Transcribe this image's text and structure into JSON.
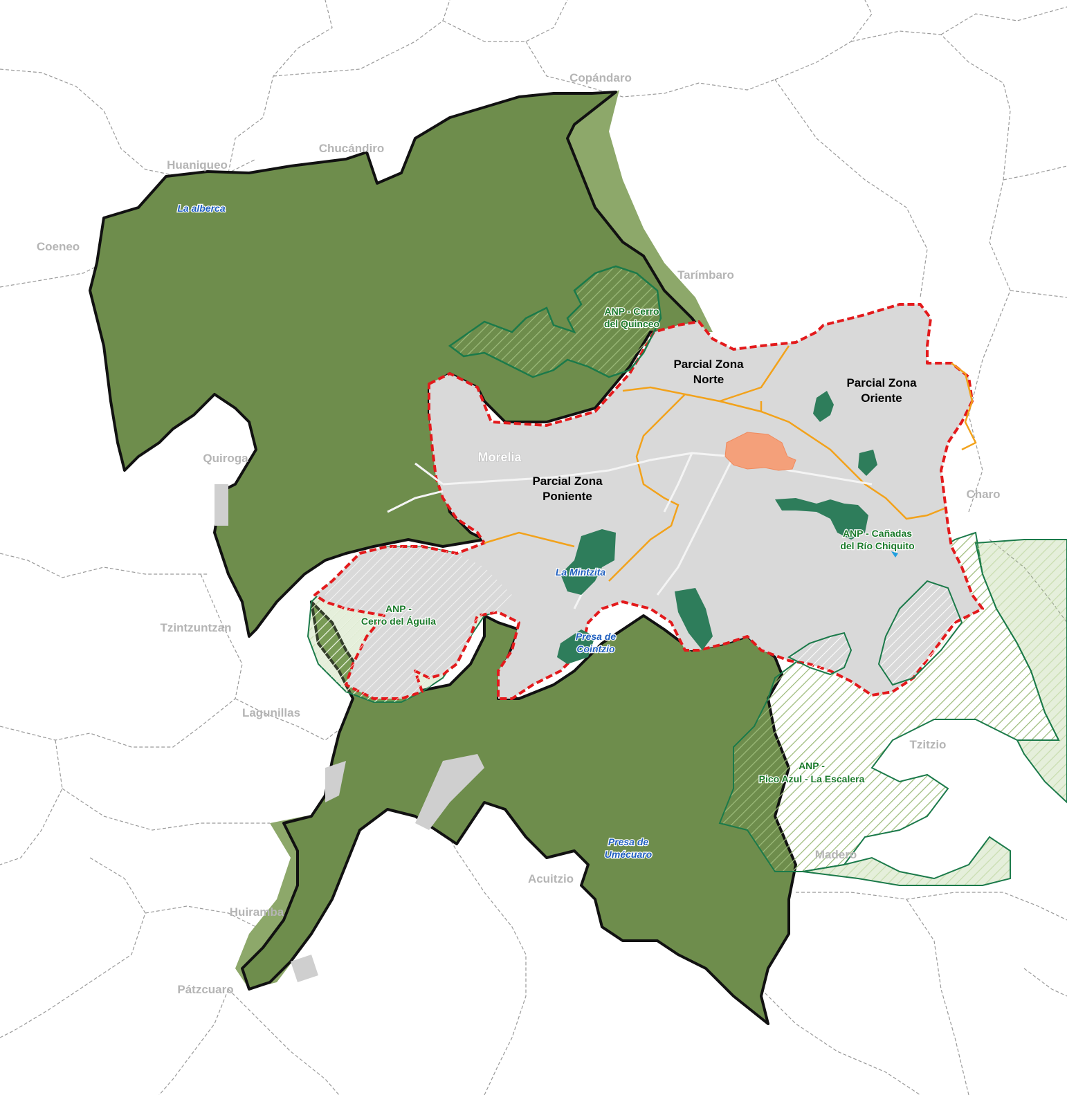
{
  "colors": {
    "background": "#ffffff",
    "muni_border": "#9a9a9a",
    "forest_green": "#6e8d4c",
    "forest_outer": "#8da86a",
    "urban_gray": "#d9d9d9",
    "urban_zone_outline": "#e31a1c",
    "zone_divider": "#f2a21b",
    "anp_outline": "#1b7a4a",
    "anp_dark_patch": "#2e7d5b",
    "historic_center": "#f4a07a",
    "municipal_outline": "#111111"
  },
  "labels": {
    "municipalities": {
      "copandaro": "Copándaro",
      "chucandiro": "Chucándiro",
      "huaniqueo": "Huaniqueo",
      "coeneo": "Coeneo",
      "tarimbaro": "Tarímbaro",
      "quiroga": "Quiroga",
      "charo": "Charo",
      "tzintzuntzan": "Tzintzuntzan",
      "lagunillas": "Lagunillas",
      "tzitzio": "Tzitzio",
      "madero": "Madero",
      "acuitzio": "Acuitzio",
      "huiramba": "Huiramba",
      "patzcuaro": "Pátzcuaro"
    },
    "city": "Morelia",
    "zones": {
      "norte": [
        "Parcial Zona",
        "Norte"
      ],
      "oriente": [
        "Parcial Zona",
        "Oriente"
      ],
      "poniente": [
        "Parcial Zona",
        "Poniente"
      ]
    },
    "anp": {
      "quinceo": [
        "ANP - Cerro",
        "del Quinceo"
      ],
      "canadas": [
        "ANP - Cañadas",
        "del Río Chiquito"
      ],
      "aguila": [
        "ANP -",
        "Cerro del Águila"
      ],
      "pico_azul": [
        "ANP -",
        "Pico Azul - La Escalera"
      ]
    },
    "water": {
      "la_alberca": "La alberca",
      "la_mintzita": "La Mintzita",
      "cointzio": [
        "Presa de",
        "Cointzio"
      ],
      "umecuaro": [
        "Presa de",
        "Umécuaro"
      ]
    }
  }
}
